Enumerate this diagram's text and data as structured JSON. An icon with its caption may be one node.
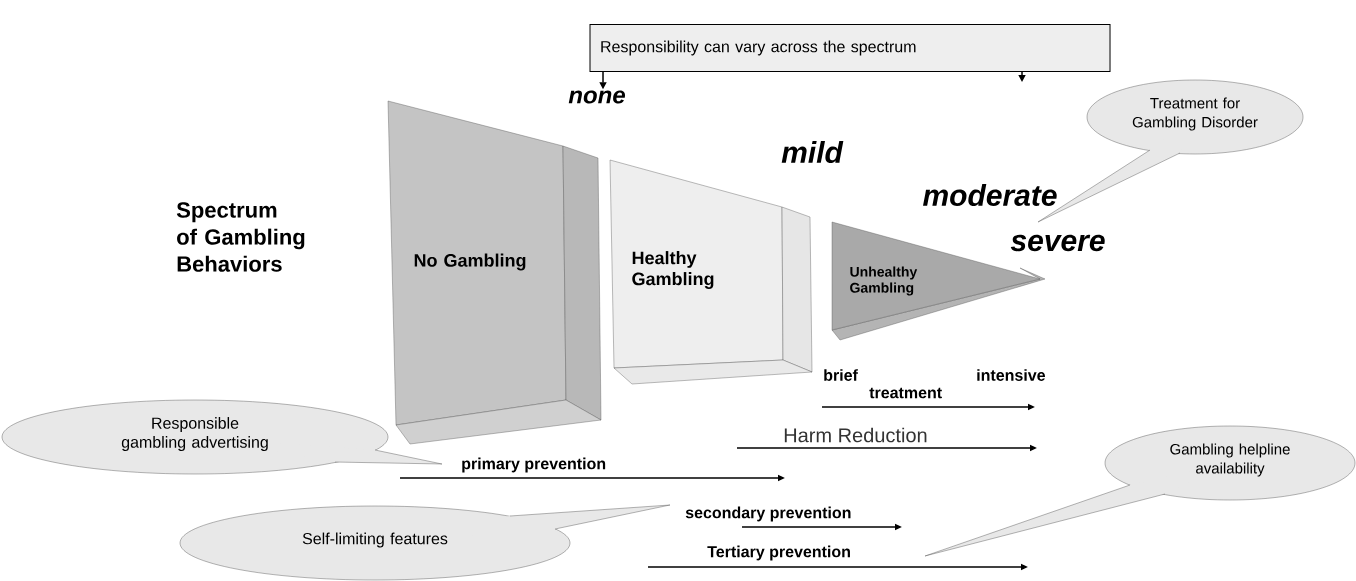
{
  "diagram": {
    "nodes": [
      {
        "text": [
          "Responsibility can vary across the spectrum"
        ]
      },
      {
        "text": [
          "none"
        ]
      },
      {
        "text": [
          "mild"
        ]
      },
      {
        "text": [
          "moderate"
        ]
      },
      {
        "text": [
          "severe"
        ]
      },
      {
        "text": [
          "No Gambling"
        ]
      },
      {
        "text": [
          "Healthy Gambling"
        ]
      },
      {
        "text": [
          "Unhealthy Gambling"
        ]
      },
      {
        "text": [
          "Treatment for Gambling Disorder"
        ]
      },
      {
        "text": [
          "Responsible gambling advertising"
        ]
      },
      {
        "text": [
          "Self-limiting features"
        ]
      },
      {
        "text": [
          "Gambling helpline availability"
        ]
      }
    ],
    "edges": [
      {
        "from": 0,
        "to": 1,
        "arrow": "to"
      },
      {
        "from": 0,
        "to": null,
        "arrow": "to"
      }
    ],
    "labels": [
      "Spectrum of Gambling Behaviors",
      "brief",
      "treatment",
      "intensive",
      "Harm Reduction",
      "primary prevention",
      "secondary prevention",
      "Tertiary prevention"
    ]
  }
}
